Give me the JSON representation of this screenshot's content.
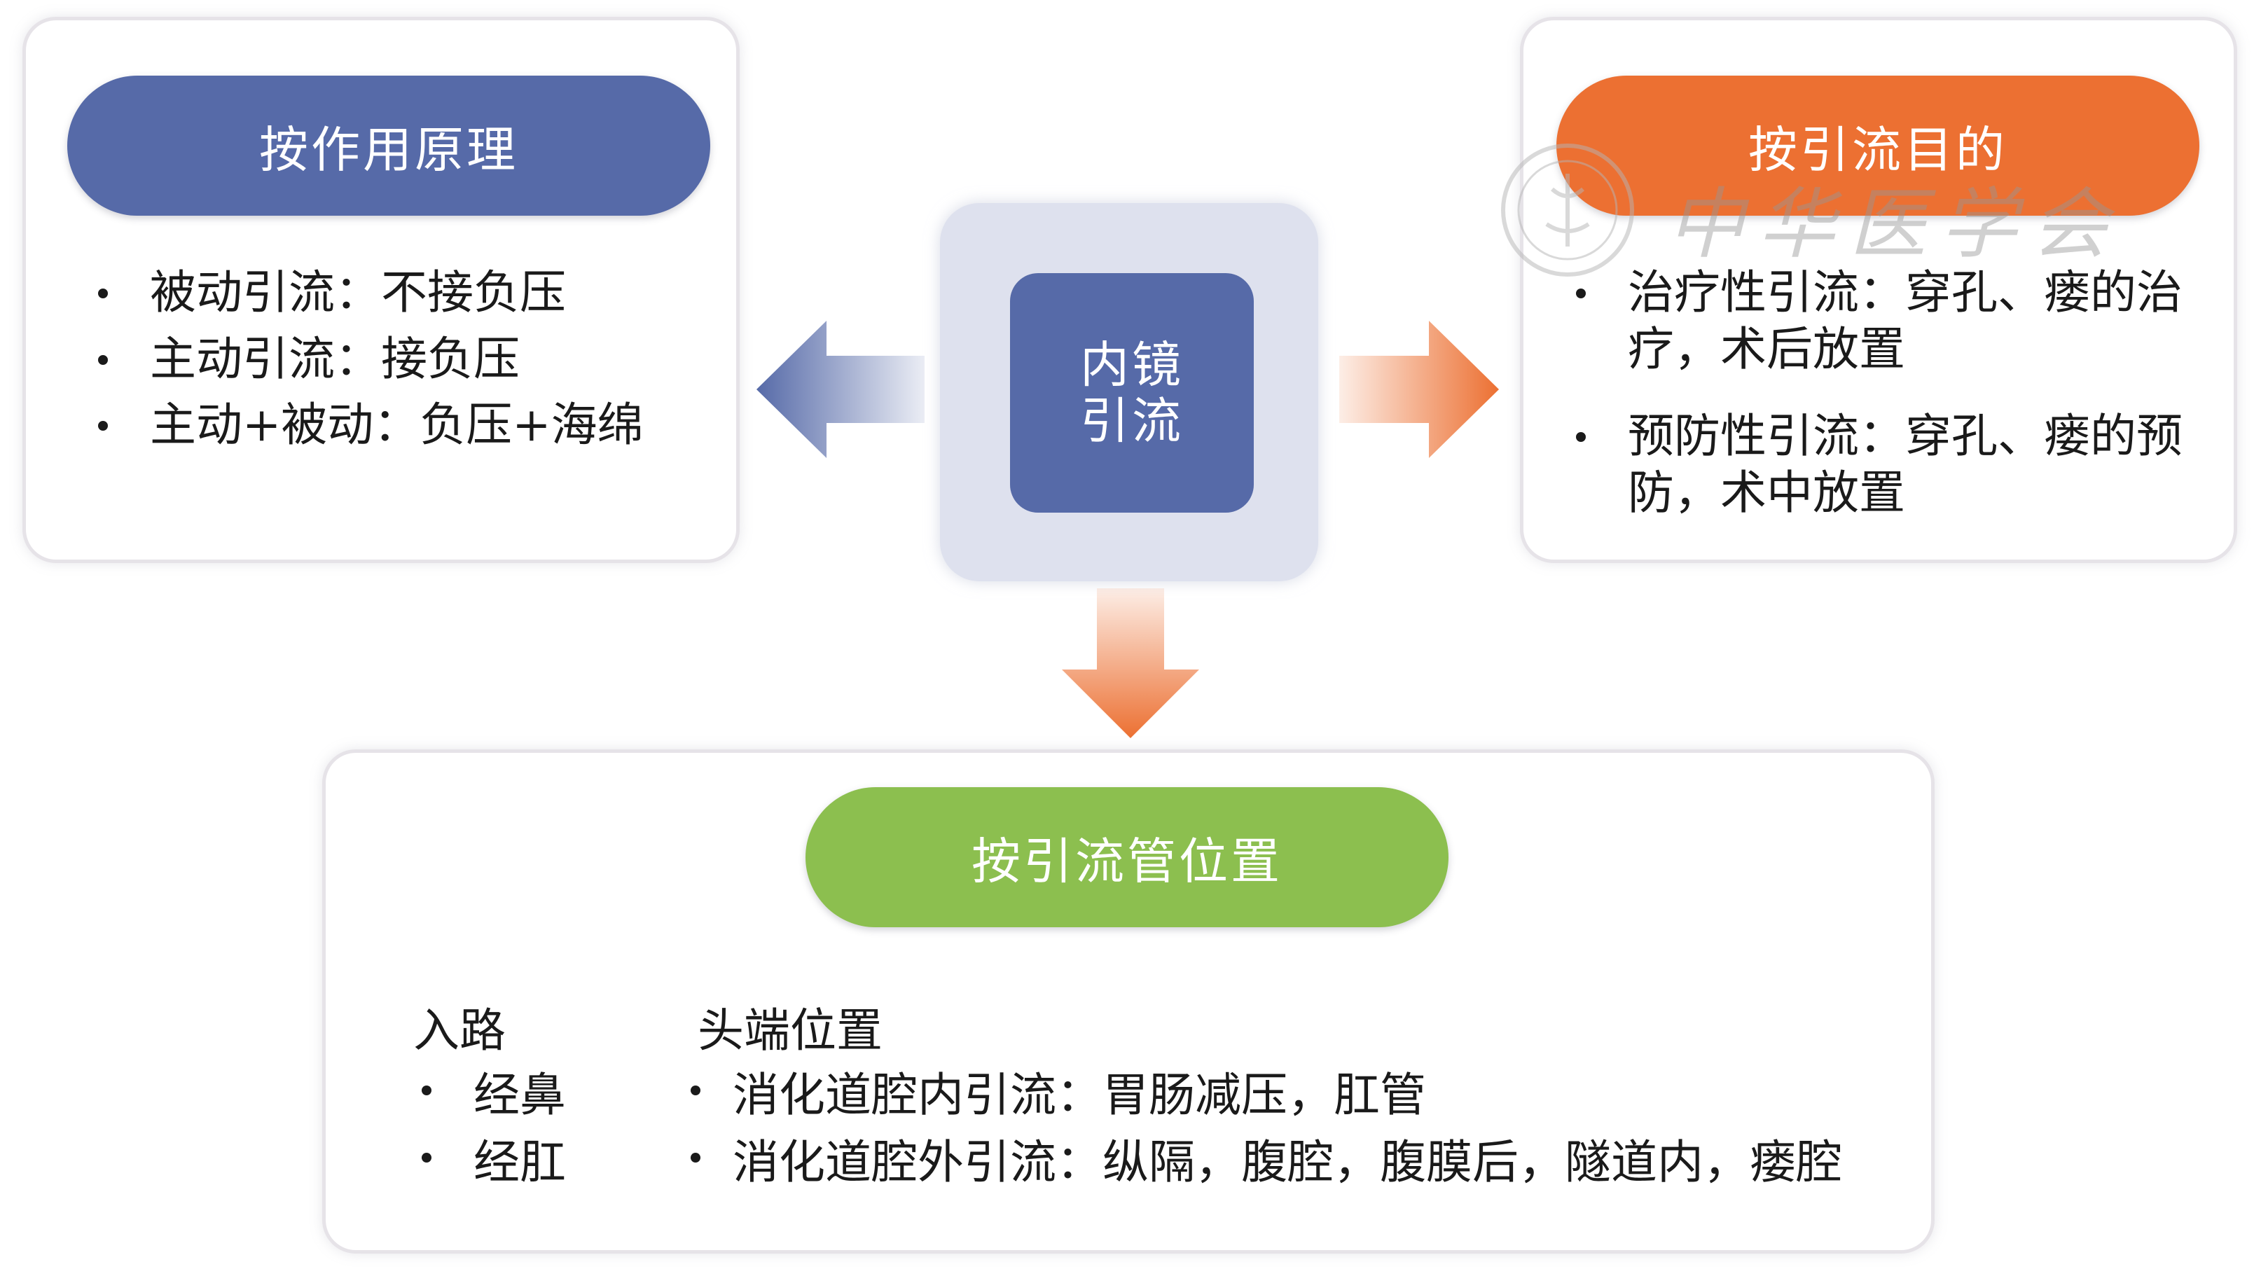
{
  "center": {
    "line1": "内镜",
    "line2": "引流"
  },
  "left_panel": {
    "title": "按作用原理",
    "items": [
      "被动引流：不接负压",
      "主动引流：接负压",
      "主动+被动：负压+海绵"
    ]
  },
  "right_panel": {
    "title": "按引流目的",
    "items": [
      "治疗性引流：穿孔、瘘的治疗，术后放置",
      "预防性引流：穿孔、瘘的预防，术中放置"
    ]
  },
  "bottom_panel": {
    "title": "按引流管位置",
    "route_header": "入路",
    "route_items": [
      "经鼻",
      "经肛"
    ],
    "tip_header": "头端位置",
    "tip_items": [
      "消化道腔内引流：胃肠减压，肛管",
      "消化道腔外引流：纵隔，腹腔，腹膜后，隧道内，瘘腔"
    ]
  },
  "watermark": {
    "text": "中华医学会"
  },
  "colors": {
    "blue": "#566aa8",
    "orange": "#ec7032",
    "green": "#8cbf4f",
    "center_outer": "#dee1ee"
  }
}
